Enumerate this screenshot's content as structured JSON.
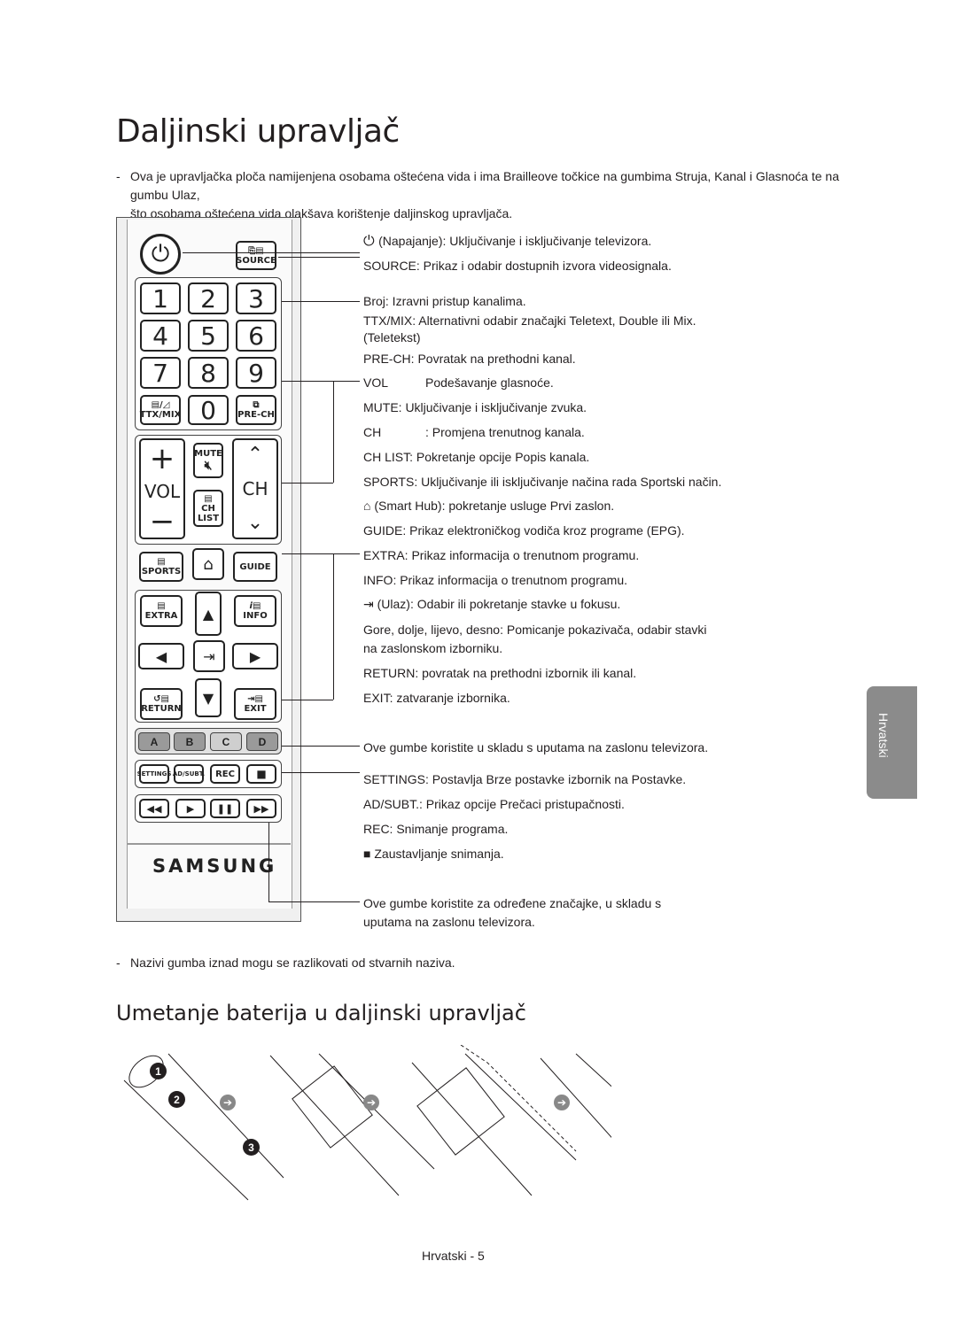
{
  "title": "Daljinski upravljač",
  "intro": "Ova je upravljačka ploča namijenjena osobama oštećena vida i ima Brailleove točkice na gumbima Struja, Kanal i Glasnoća te na gumbu Ulaz.",
  "intro_line1": "Ova je upravljačka ploča namijenjena osobama oštećena vida i ima Brailleove točkice na gumbima Struja, Kanal i Glasnoća te na gumbu Ulaz,",
  "intro_line2": "što osobama oštećena vida olakšava korištenje daljinskog upravljača.",
  "descriptions": {
    "power": "(Napajanje): Uključivanje i isključivanje televizora.",
    "source": "SOURCE: Prikaz i odabir dostupnih izvora videosignala.",
    "number": "Broj: Izravni pristup kanalima.",
    "ttx": "TTX/MIX: Alternativni odabir značajki Teletext, Double ili Mix.",
    "ttx2": "(Teletekst)",
    "prech": "PRE-CH: Povratak na prethodni kanal.",
    "vol": "Podešavanje glasnoće.",
    "mute": "MUTE: Uključivanje i isključivanje zvuka.",
    "ch": ": Promjena trenutnog kanala.",
    "chlist": "CH LIST:  Pokretanje opcije Popis kanala.",
    "sports": "SPORTS: Uključivanje ili isključivanje načina rada Sportski način.",
    "smarthub": "(Smart Hub): pokretanje usluge Prvi zaslon.",
    "guide": "GUIDE: Prikaz elektroničkog vodiča kroz programe (EPG).",
    "extra": "EXTRA: Prikaz informacija o trenutnom programu.",
    "info": "INFO: Prikaz informacija o trenutnom programu.",
    "ulaz": "(Ulaz): Odabir ili pokretanje stavke u fokusu.",
    "nav1": "Gore, dolje, lijevo, desno: Pomicanje pokazivača, odabir stavki",
    "nav2": "na zaslonskom izborniku.",
    "return": "RETURN: povratak na prethodni izbornik ili kanal.",
    "exit": "EXIT: zatvaranje izbornika.",
    "colors": "Ove gumbe koristite u skladu s uputama na zaslonu televizora.",
    "settings": "SETTINGS: Postavlja  Brze postavke izbornik na Postavke.",
    "adsubt": "AD/SUBT.: Prikaz opcije Prečaci pristupačnosti.",
    "rec": "REC: Snimanje programa.",
    "stop": "Zaustavljanje snimanja.",
    "media1": "Ove gumbe koristite za određene značajke, u skladu s",
    "media2": "uputama na zaslonu televizora."
  },
  "note": "Nazivi gumba iznad mogu se razlikovati od stvarnih naziva.",
  "subtitle": "Umetanje baterija u daljinski upravljač",
  "side_tab": "Hrvatski",
  "footer": "Hrvatski - 5",
  "remote": {
    "source": "SOURCE",
    "digits": [
      "1",
      "2",
      "3",
      "4",
      "5",
      "6",
      "7",
      "8",
      "9",
      "0"
    ],
    "ttx": "TTX/MIX",
    "prech": "PRE-CH",
    "mute": "MUTE",
    "vol": "VOL",
    "ch": "CH",
    "chlist": "CH LIST",
    "sports": "SPORTS",
    "guide": "GUIDE",
    "extra": "EXTRA",
    "info": "INFO",
    "return": "RETURN",
    "exit": "EXIT",
    "colors": [
      "A",
      "B",
      "C",
      "D"
    ],
    "settings": "SETTINGS",
    "adsubt": "AD/SUBT.",
    "rec": "REC",
    "brand": "SAMSUNG"
  },
  "steps": [
    "1",
    "2",
    "3"
  ]
}
